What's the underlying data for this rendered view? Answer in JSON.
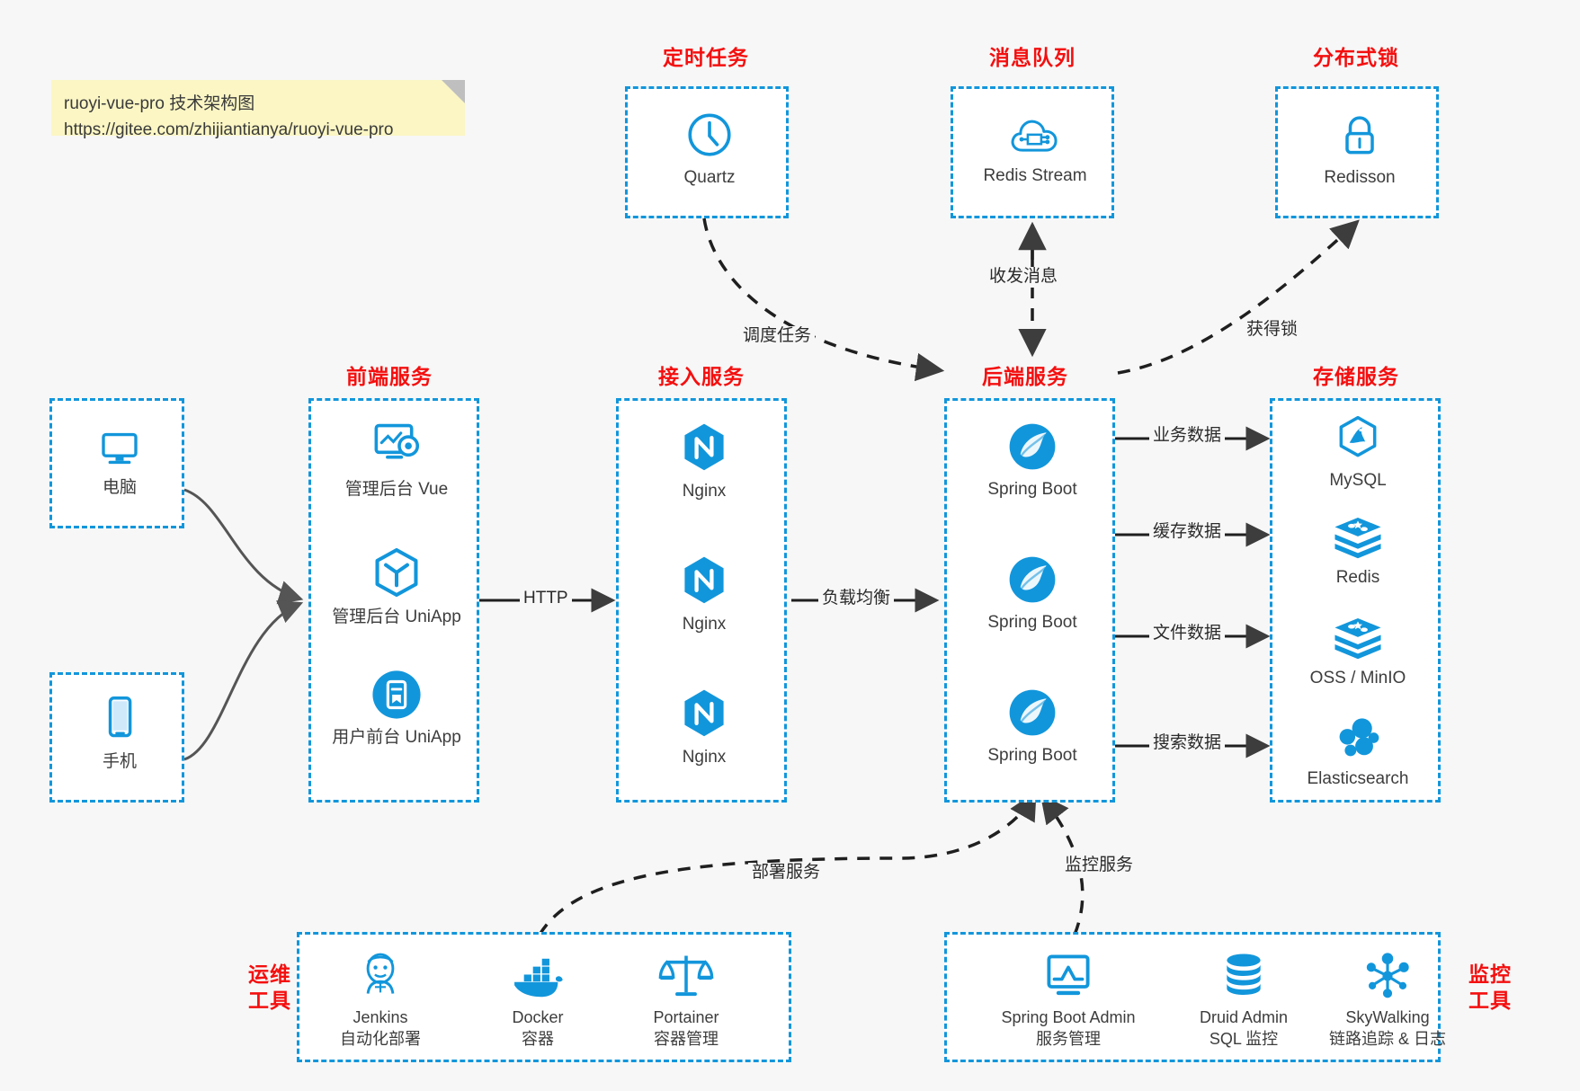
{
  "note": {
    "line1": "ruoyi-vue-pro 技术架构图",
    "line2": "https://gitee.com/zhijiantianya/ruoyi-vue-pro"
  },
  "sections": {
    "scheduler": "定时任务",
    "mq": "消息队列",
    "lock": "分布式锁",
    "frontend": "前端服务",
    "gateway": "接入服务",
    "backend": "后端服务",
    "storage": "存储服务",
    "devops_line1": "运维",
    "devops_line2": "工具",
    "monitor_line1": "监控",
    "monitor_line2": "工具"
  },
  "clients": [
    {
      "label": "电脑",
      "icon": "desktop-icon"
    },
    {
      "label": "手机",
      "icon": "mobile-icon"
    }
  ],
  "scheduler_nodes": [
    {
      "label": "Quartz",
      "icon": "clock-icon"
    }
  ],
  "mq_nodes": [
    {
      "label": "Redis Stream",
      "icon": "cloud-network-icon"
    }
  ],
  "lock_nodes": [
    {
      "label": "Redisson",
      "icon": "lock-icon"
    }
  ],
  "frontend_nodes": [
    {
      "label": "管理后台 Vue",
      "icon": "dashboard-gear-icon"
    },
    {
      "label": "管理后台 UniApp",
      "icon": "cube-icon"
    },
    {
      "label": "用户前台 UniApp",
      "icon": "app-card-icon"
    }
  ],
  "gateway_nodes": [
    {
      "label": "Nginx",
      "icon": "nginx-icon"
    },
    {
      "label": "Nginx",
      "icon": "nginx-icon"
    },
    {
      "label": "Nginx",
      "icon": "nginx-icon"
    }
  ],
  "backend_nodes": [
    {
      "label": "Spring Boot",
      "icon": "spring-boot-icon"
    },
    {
      "label": "Spring Boot",
      "icon": "spring-boot-icon"
    },
    {
      "label": "Spring Boot",
      "icon": "spring-boot-icon"
    }
  ],
  "storage_nodes": [
    {
      "label": "MySQL",
      "icon": "mysql-icon"
    },
    {
      "label": "Redis",
      "icon": "redis-icon"
    },
    {
      "label": "OSS / MinIO",
      "icon": "storage-stack-icon"
    },
    {
      "label": "Elasticsearch",
      "icon": "elasticsearch-icon"
    }
  ],
  "devops_nodes": [
    {
      "label": "Jenkins",
      "sub": "自动化部署",
      "icon": "jenkins-icon"
    },
    {
      "label": "Docker",
      "sub": "容器",
      "icon": "docker-icon"
    },
    {
      "label": "Portainer",
      "sub": "容器管理",
      "icon": "scales-icon"
    }
  ],
  "monitor_nodes": [
    {
      "label": "Spring Boot Admin",
      "sub": "服务管理",
      "icon": "monitor-chart-icon"
    },
    {
      "label": "Druid Admin",
      "sub": "SQL 监控",
      "icon": "database-icon"
    },
    {
      "label": "SkyWalking",
      "sub": "链路追踪 & 日志",
      "icon": "nodes-graph-icon"
    }
  ],
  "edges": {
    "http": "HTTP",
    "load_balance": "负载均衡",
    "schedule_task": "调度任务",
    "send_receive_message": "收发消息",
    "acquire_lock": "获得锁",
    "business_data": "业务数据",
    "cache_data": "缓存数据",
    "file_data": "文件数据",
    "search_data": "搜索数据",
    "deploy_service": "部署服务",
    "monitor_service": "监控服务"
  },
  "colors": {
    "accent": "#1296db",
    "caption": "#f40f0f",
    "note_bg": "#fbf6c4",
    "page_bg": "#f7f7f7",
    "wire": "#3d3d3d"
  }
}
